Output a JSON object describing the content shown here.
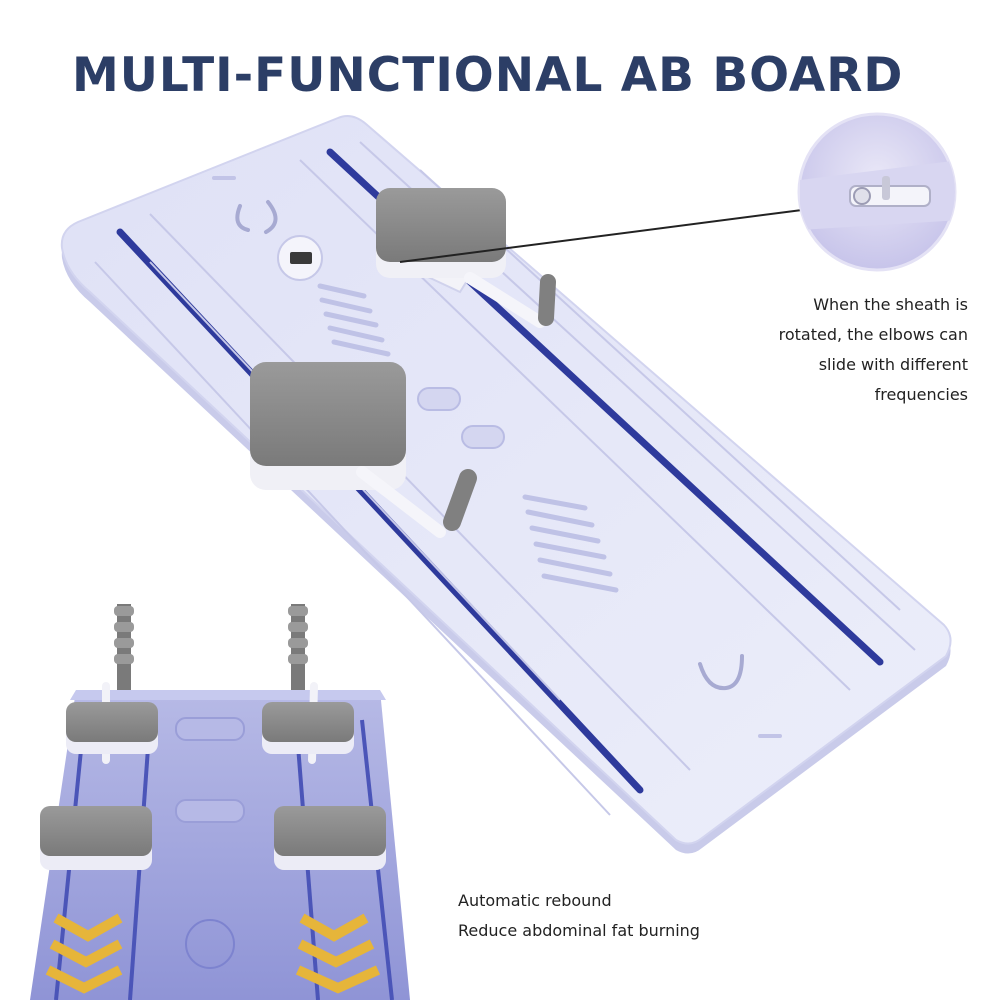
{
  "title": "MULTI-FUNCTIONAL AB BOARD",
  "captions": {
    "sheath_lines": [
      "When the sheath is",
      "rotated, the elbows can",
      "slide with different",
      "frequencies"
    ],
    "rebound_lines": [
      "Automatic rebound",
      "Reduce abdominal fat burning"
    ]
  },
  "colors": {
    "title": "#2c3e66",
    "board": "#e3e5f7",
    "board_edge": "#c9cbea",
    "rail": "#2e3a9c",
    "pad": "#8c8c8c",
    "chevron": "#e6b53a"
  },
  "icons": {
    "pads": "square-grip-pad-icon",
    "handles": "elbow-handle-icon",
    "zoom": "magnifier-inset-icon",
    "chevrons": "rebound-arrow-icon"
  }
}
